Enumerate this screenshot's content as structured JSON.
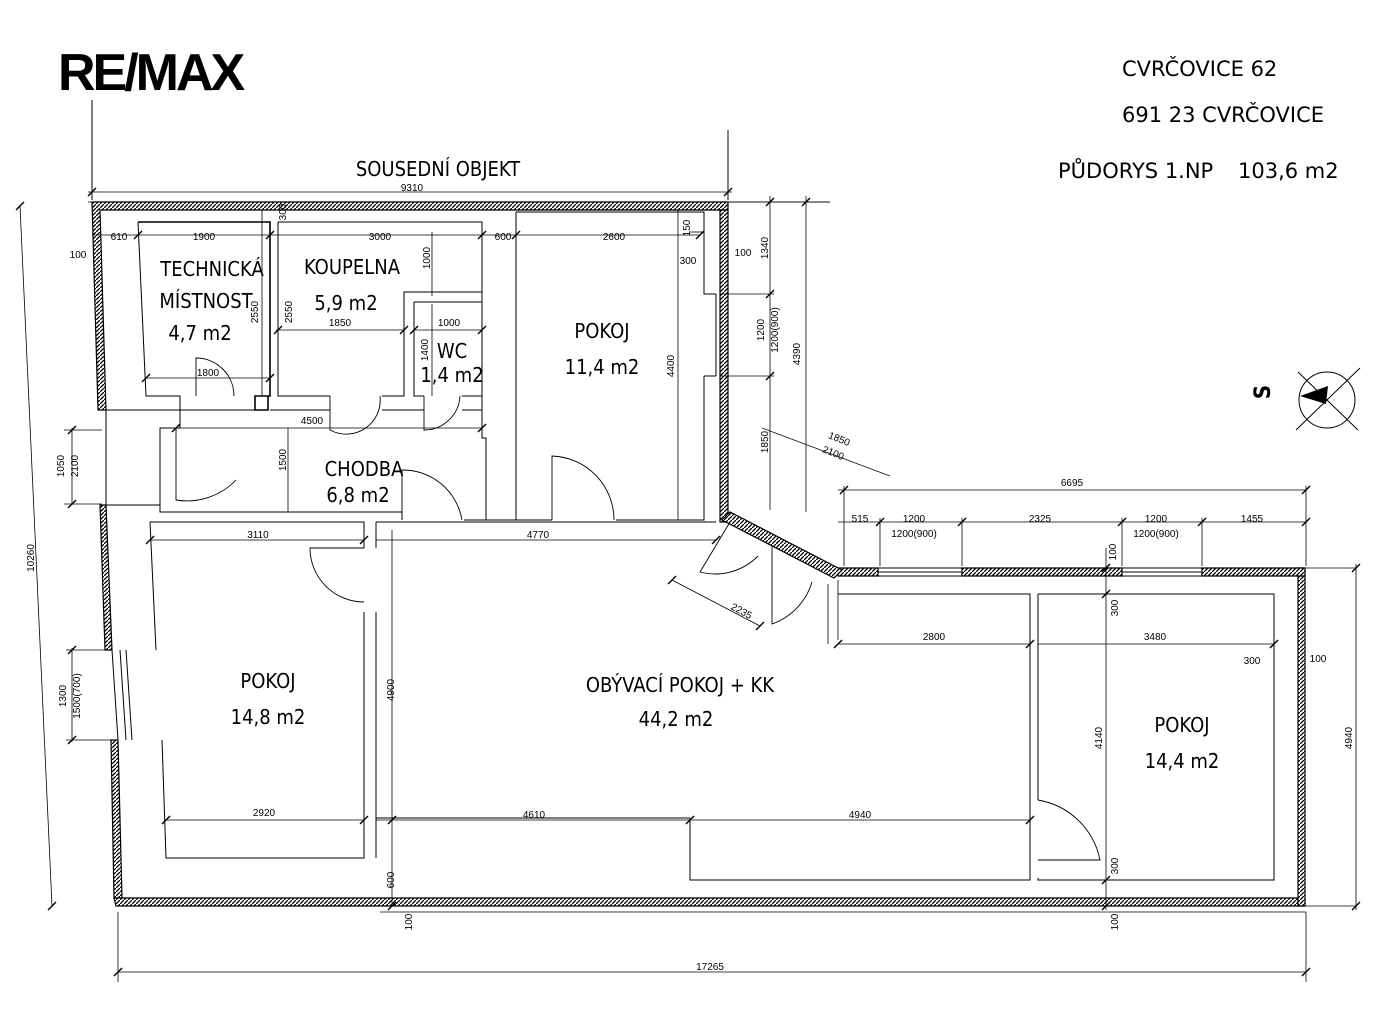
{
  "brand": {
    "logo": "RE/MAX"
  },
  "header": {
    "address_line1": "CVRČOVICE 62",
    "address_line2": "691 23 CVRČOVICE",
    "plan_title": "PŮDORYS 1.NP",
    "total_area": "103,6 m2"
  },
  "neighbour_label": "SOUSEDNÍ OBJEKT",
  "compass": {
    "north_letter": "S"
  },
  "rooms": {
    "technicka": {
      "name_line1": "TECHNICKÁ",
      "name_line2": "MÍSTNOST",
      "area": "4,7 m2"
    },
    "koupelna": {
      "name": "KOUPELNA",
      "area": "5,9 m2"
    },
    "wc": {
      "name": "WC",
      "area": "1,4 m2"
    },
    "pokoj_top": {
      "name": "POKOJ",
      "area": "11,4 m2"
    },
    "chodba": {
      "name": "CHODBA",
      "area": "6,8 m2"
    },
    "pokoj_left": {
      "name": "POKOJ",
      "area": "14,8 m2"
    },
    "obyvaci": {
      "name": "OBÝVACÍ POKOJ + KK",
      "area": "44,2 m2"
    },
    "pokoj_right": {
      "name": "POKOJ",
      "area": "14,4 m2"
    }
  },
  "dimensions": {
    "d9310": "9310",
    "d610": "610",
    "d1900": "1900",
    "d300a": "300",
    "d3000": "3000",
    "d600a": "600",
    "d2600": "2600",
    "d150": "150",
    "d100a": "100",
    "d100b": "100",
    "d1340": "1340",
    "d300b": "300",
    "d1000a": "1000",
    "d2550a": "2550",
    "d2550b": "2550",
    "d1850a": "1850",
    "d1000b": "1000",
    "d1400": "1400",
    "d4400": "4400",
    "d1200a": "1200",
    "d1200b": "1200(900)",
    "d4390": "4390",
    "d1800": "1800",
    "d4500": "4500",
    "d1500": "1500",
    "d1850b": "1850",
    "d1850c": "1850",
    "d2100a": "2100",
    "d1050": "1050",
    "d2100b": "2100",
    "d10260": "10260",
    "d6695": "6695",
    "d515": "515",
    "d1200c": "1200",
    "d1200d": "1200(900)",
    "d2325": "2325",
    "d1200e": "1200",
    "d1200f": "1200(900)",
    "d1455": "1455",
    "d3110": "3110",
    "d4770": "4770",
    "d100c": "100",
    "d300c": "300",
    "d2235": "2235",
    "d2800": "2800",
    "d3480": "3480",
    "d300d": "300",
    "d100d": "100",
    "d1300": "1300",
    "d1500b": "1500(700)",
    "d4900": "4900",
    "d4140": "4140",
    "d4940a": "4940",
    "d2920": "2920",
    "d4610": "4610",
    "d4940b": "4940",
    "d600b": "600",
    "d300e": "300",
    "d100e": "100",
    "d100f": "100",
    "d17265": "17265"
  }
}
